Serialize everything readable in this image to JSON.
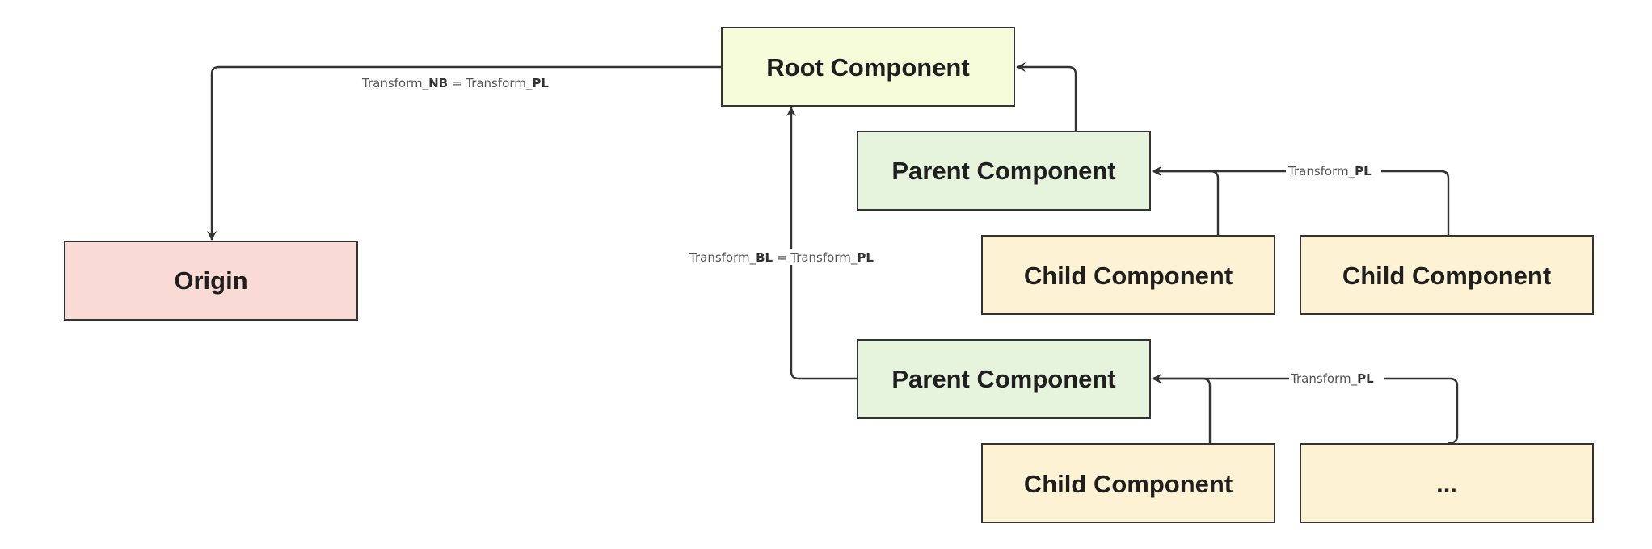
{
  "colors": {
    "root_fill": "#f6fbd9",
    "parent_fill": "#e6f4dd",
    "child_fill": "#fdf2d3",
    "origin_fill": "#fadad5",
    "stroke": "#333333"
  },
  "nodes": {
    "root": "Root Component",
    "origin": "Origin",
    "parent_a": "Parent Component",
    "parent_b": "Parent Component",
    "child_a1": "Child Component",
    "child_a2": "Child Component",
    "child_b1": "Child Component",
    "child_b2": "..."
  },
  "edge_labels": {
    "root_to_origin": {
      "a": "Transform_",
      "a_bold": "NB",
      "eq": " = Transform_",
      "b_bold": "PL"
    },
    "parent_b_to_root": {
      "a": "Transform_",
      "a_bold": "BL",
      "eq": " = Transform_",
      "b_bold": "PL"
    },
    "children_a_to_parent_a": {
      "a": "Transform_",
      "a_bold": "PL"
    },
    "children_b_to_parent_b": {
      "a": "Transform_",
      "a_bold": "PL"
    }
  }
}
